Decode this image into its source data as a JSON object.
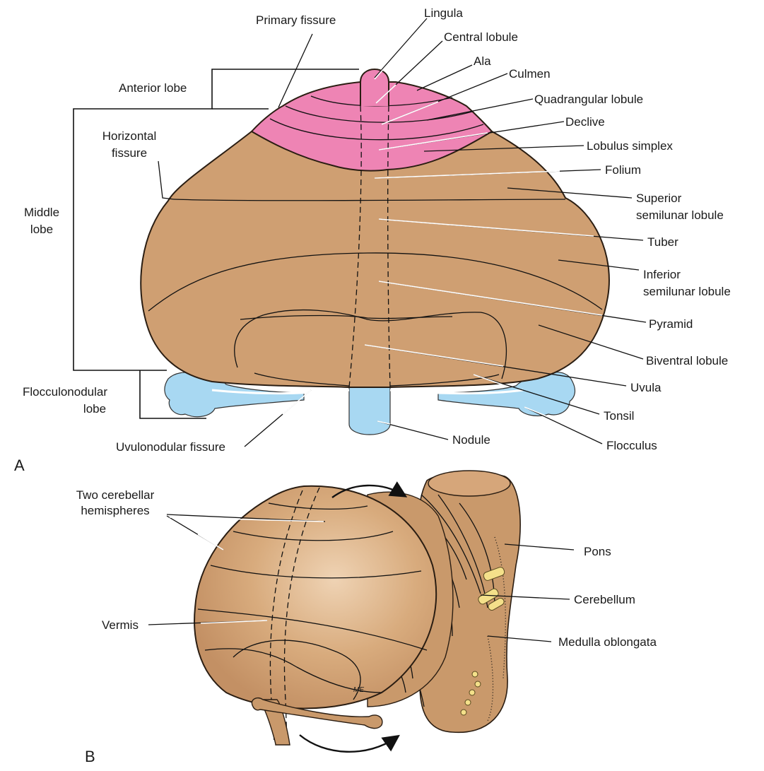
{
  "panels": {
    "a": "A",
    "b": "B"
  },
  "labels_a": {
    "primary_fissure": "Primary fissure",
    "lingula": "Lingula",
    "central_lobule": "Central lobule",
    "ala": "Ala",
    "culmen": "Culmen",
    "quadrangular_lobule": "Quadrangular lobule",
    "declive": "Declive",
    "lobulus_simplex": "Lobulus simplex",
    "folium": "Folium",
    "superior_semilunar_1": "Superior",
    "superior_semilunar_2": "semilunar lobule",
    "tuber": "Tuber",
    "inferior_semilunar_1": "Inferior",
    "inferior_semilunar_2": "semilunar lobule",
    "pyramid": "Pyramid",
    "biventral_lobule": "Biventral lobule",
    "uvula": "Uvula",
    "tonsil": "Tonsil",
    "flocculus": "Flocculus",
    "nodule": "Nodule",
    "uvulonodular_fissure": "Uvulonodular fissure",
    "anterior_lobe": "Anterior lobe",
    "horizontal_fissure_1": "Horizontal",
    "horizontal_fissure_2": "fissure",
    "middle_lobe_1": "Middle",
    "middle_lobe_2": "lobe",
    "flocculonodular_1": "Flocculonodular",
    "flocculonodular_2": "lobe"
  },
  "labels_b": {
    "two_hemispheres_1": "Two cerebellar",
    "two_hemispheres_2": "hemispheres",
    "vermis": "Vermis",
    "pons": "Pons",
    "cerebellum": "Cerebellum",
    "medulla": "Medulla oblongata",
    "signature": "ME"
  },
  "colors": {
    "posterior_tan": "#cf9f72",
    "anterior_pink": "#ee84b4",
    "flocculonodular_blue": "#a8d8f2",
    "nerve_yellow": "#f4e08a"
  }
}
